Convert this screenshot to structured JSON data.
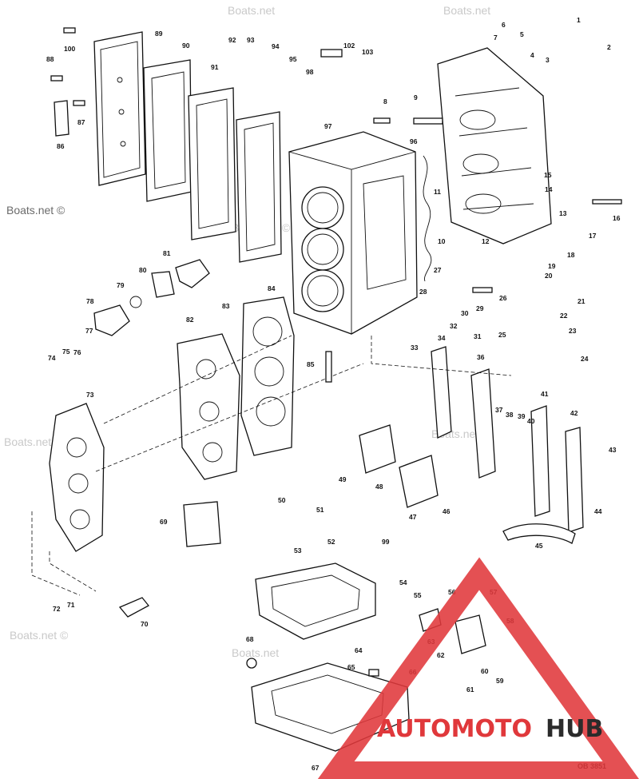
{
  "watermarks": [
    "Boats.net",
    "Boats.net ©",
    "Boats.net ©",
    "Boats.net ©"
  ],
  "drawing_code": "OB 3851",
  "logo": {
    "word_red": "AUTOMOTO",
    "word_gray": "HUB",
    "red": "#e0383b",
    "gray": "#2b2b2b"
  },
  "colors": {
    "ink": "#111111",
    "paper": "#ffffff",
    "watermark": "#c9c9c9"
  },
  "callouts": [
    "1",
    "2",
    "3",
    "4",
    "5",
    "6",
    "7",
    "8",
    "9",
    "10",
    "11",
    "12",
    "13",
    "14",
    "15",
    "16",
    "17",
    "18",
    "19",
    "20",
    "21",
    "22",
    "23",
    "24",
    "25",
    "26",
    "27",
    "28",
    "29",
    "30",
    "31",
    "32",
    "33",
    "34",
    "36",
    "37",
    "38",
    "39",
    "40",
    "41",
    "42",
    "43",
    "44",
    "45",
    "46",
    "47",
    "48",
    "49",
    "50",
    "51",
    "52",
    "53",
    "54",
    "55",
    "56",
    "57",
    "58",
    "59",
    "60",
    "61",
    "62",
    "63",
    "64",
    "65",
    "66",
    "67",
    "68",
    "69",
    "70",
    "71",
    "72",
    "73",
    "74",
    "75",
    "76",
    "77",
    "78",
    "79",
    "80",
    "81",
    "82",
    "83",
    "84",
    "85",
    "86",
    "87",
    "88",
    "89",
    "90",
    "91",
    "92",
    "93",
    "94",
    "95",
    "96",
    "97",
    "98",
    "99",
    "100",
    "102",
    "103"
  ]
}
